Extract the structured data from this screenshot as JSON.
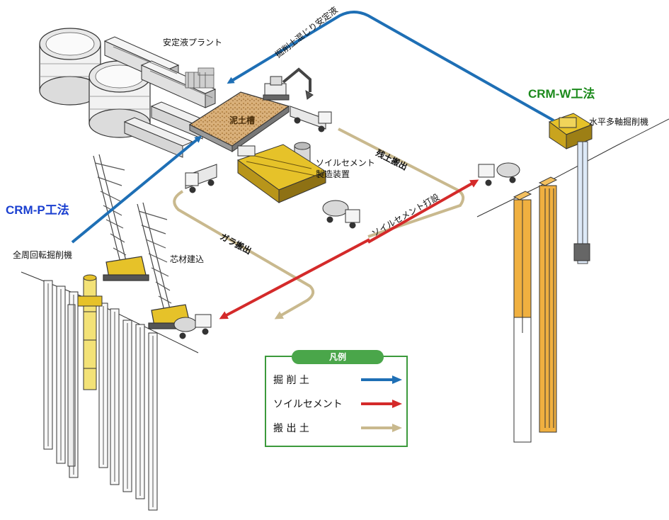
{
  "labels": {
    "stability_plant": "安定液プラント",
    "mud_tank": "泥土槽",
    "soil_cement_plant_1": "ソイルセメント",
    "soil_cement_plant_2": "製造装置",
    "crm_w": "CRM-W工法",
    "crm_p": "CRM-P工法",
    "horizontal_drill": "水平多軸掘削機",
    "full_rotary_drill": "全周回転掘削機",
    "core_insertion": "芯材建込",
    "flow_excavated_mixed": "掘削土混じり安定液",
    "flow_residual_soil_out": "残土搬出",
    "flow_soil_cement_transfer": "ソイルセメント打設",
    "flow_debris_out": "ガラ搬出"
  },
  "legend": {
    "title": "凡例",
    "items": [
      {
        "label": "掘 削 土",
        "color": "#1e6fb5"
      },
      {
        "label": "ソイルセメント",
        "color": "#d42a2a"
      },
      {
        "label": "搬 出 土",
        "color": "#c9b98e"
      }
    ]
  },
  "colors": {
    "blue_flow": "#1e6fb5",
    "red_flow": "#d42a2a",
    "tan_flow": "#c9b98e",
    "crm_w_text": "#1c8a1c",
    "crm_p_text": "#1a3fd0",
    "machine_yellow": "#e6c229"
  }
}
